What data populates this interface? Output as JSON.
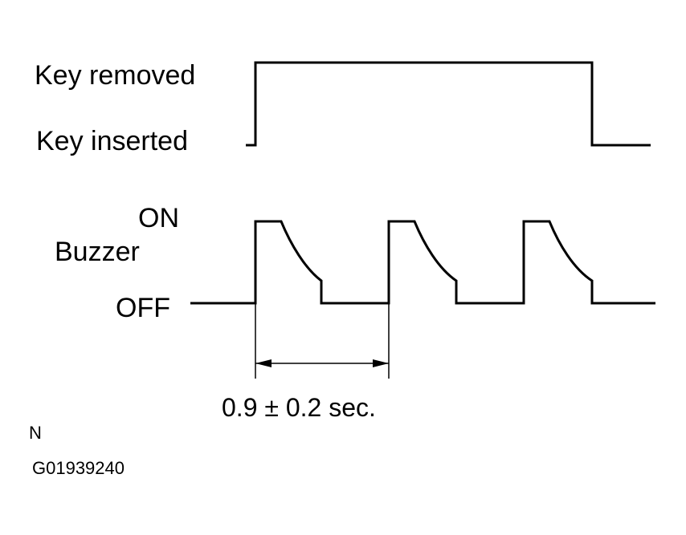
{
  "labels": {
    "key_removed": "Key removed",
    "key_inserted": "Key inserted",
    "buzzer": "Buzzer",
    "on": "ON",
    "off": "OFF",
    "interval": "0.9 ± 0.2 sec.",
    "note": "N",
    "figure_code": "G01939240"
  }
}
